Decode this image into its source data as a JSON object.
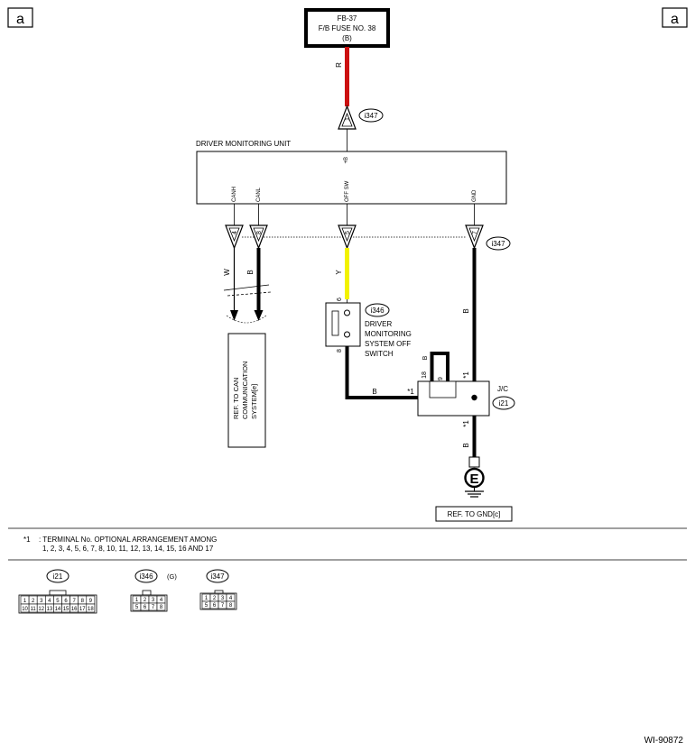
{
  "corner_labels": {
    "left": "a",
    "right": "a"
  },
  "fuse": {
    "line1": "FB-37",
    "line2": "F/B FUSE NO. 38",
    "line3": "(B)"
  },
  "unit": {
    "title": "DRIVER MONITORING UNIT",
    "pins": {
      "plus_b": "+B",
      "canh": "CANH",
      "canl": "CANL",
      "off_sw": "OFF SW",
      "gnd": "GND"
    }
  },
  "wire_colors": {
    "fuse_wire": "R",
    "canh": "W",
    "canl": "B",
    "off_sw": "Y",
    "gnd": "B",
    "sw_to_jc": "B",
    "jc_loop": "B",
    "jc_to_ground": "B"
  },
  "colors": {
    "red_wire": "#cc1111",
    "yellow_wire": "#f2f200",
    "black": "#000000"
  },
  "connectors": {
    "i347": "i347",
    "i346": "i346",
    "i21": "i21",
    "pins": {
      "plus_b": "1",
      "canh": "4",
      "canl": "8",
      "off_sw": "5",
      "gnd": "7",
      "sw_in": "6",
      "sw_out": "8",
      "jc_18": "18",
      "jc_9": "9"
    }
  },
  "switch": {
    "line1": "DRIVER",
    "line2": "MONITORING",
    "line3": "SYSTEM OFF",
    "line4": "SWITCH"
  },
  "jc": {
    "label": "J/C",
    "marker": "*1"
  },
  "ref_can": {
    "line1": "REF. TO CAN",
    "line2": "COMMUNICATION",
    "line3": "SYSTEM[e]"
  },
  "ground_symbol": "E",
  "ref_gnd": "REF. TO GND[c]",
  "footnote": {
    "marker": "*1",
    "line1": ": TERMINAL No. OPTIONAL ARRANGEMENT AMONG",
    "line2": "1, 2, 3, 4, 5, 6, 7, 8, 10, 11, 12, 13, 14, 15, 16 AND 17"
  },
  "legend": {
    "i21": {
      "label": "i21",
      "row1": [
        "1",
        "2",
        "3",
        "4",
        "5",
        "6",
        "7",
        "8",
        "9"
      ],
      "row2": [
        "10",
        "11",
        "12",
        "13",
        "14",
        "15",
        "16",
        "17",
        "18"
      ]
    },
    "i346": {
      "label": "i346",
      "suffix": "(G)",
      "row1": [
        "1",
        "2",
        "3",
        "4"
      ],
      "row2": [
        "5",
        "6",
        "7",
        "8"
      ]
    },
    "i347": {
      "label": "i347",
      "row1": [
        "1",
        "2",
        "3",
        "4"
      ],
      "row2": [
        "5",
        "6",
        "7",
        "8"
      ]
    }
  },
  "diagram_id": "WI-90872"
}
